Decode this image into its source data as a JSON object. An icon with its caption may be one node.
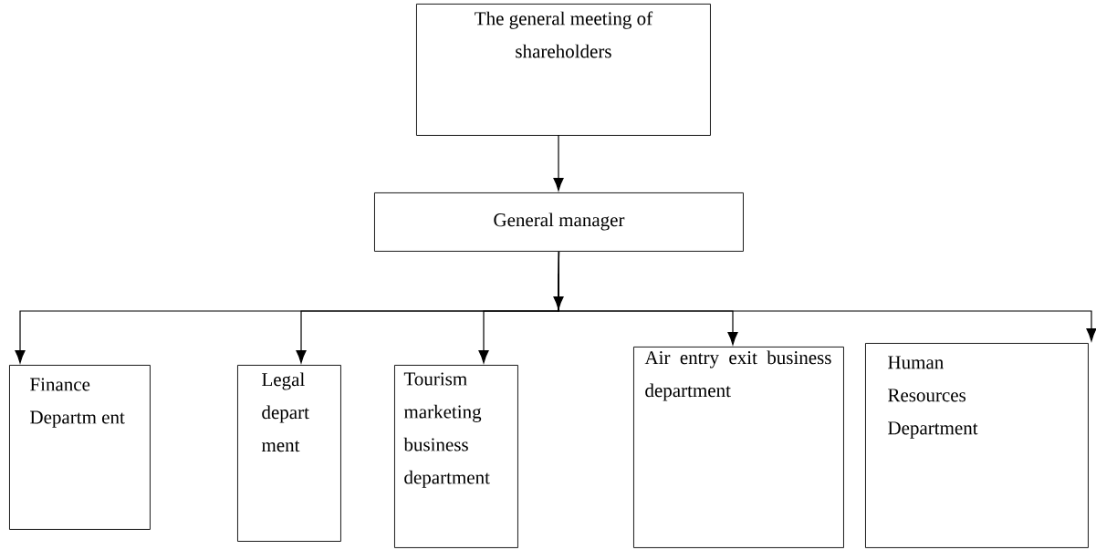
{
  "diagram": {
    "nodes": [
      {
        "text": [
          "The general meeting of shareholders"
        ]
      },
      {
        "text": [
          "General manager"
        ]
      },
      {
        "text": [
          "Finance Departm ent"
        ]
      },
      {
        "text": [
          "Legal depart ment"
        ]
      },
      {
        "text": [
          "Tourism marketing business department"
        ]
      },
      {
        "text": [
          "Air entry exit business department"
        ]
      },
      {
        "text": [
          "Human Resources Department"
        ]
      }
    ],
    "edges": [
      {
        "from": 0,
        "to": 1,
        "arrow": "to"
      },
      {
        "from": 1,
        "to": 2,
        "arrow": "to"
      },
      {
        "from": 1,
        "to": 3,
        "arrow": "to"
      },
      {
        "from": 1,
        "to": 4,
        "arrow": "to"
      },
      {
        "from": 1,
        "to": 5,
        "arrow": "to"
      },
      {
        "from": 1,
        "to": 6,
        "arrow": "to"
      }
    ]
  }
}
